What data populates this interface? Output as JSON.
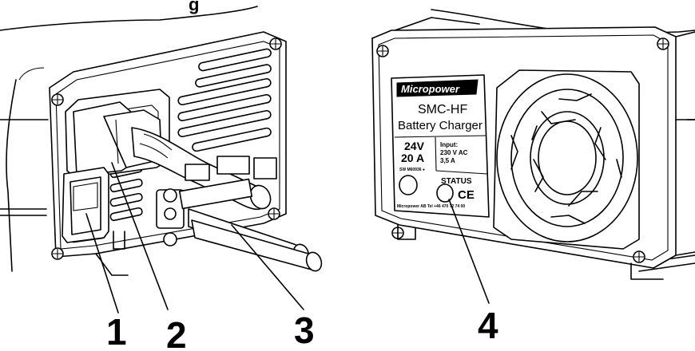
{
  "figure": {
    "top_fragment": "g"
  },
  "callouts": [
    {
      "number": "1"
    },
    {
      "number": "2"
    },
    {
      "number": "3"
    },
    {
      "number": "4"
    }
  ],
  "nameplate": {
    "brand": "Micropower",
    "model": "SMC-HF",
    "title": "Battery Charger",
    "voltage": "24V",
    "current": "20 A",
    "input_label": "Input:",
    "input_voltage": "230 V AC",
    "input_current": "3,5 A",
    "small_marking": "SW M60936 ●",
    "status_label": "STATUS",
    "ce_mark": "CE",
    "footer": "Micropower AB Tel +46 470 72 74 00"
  }
}
